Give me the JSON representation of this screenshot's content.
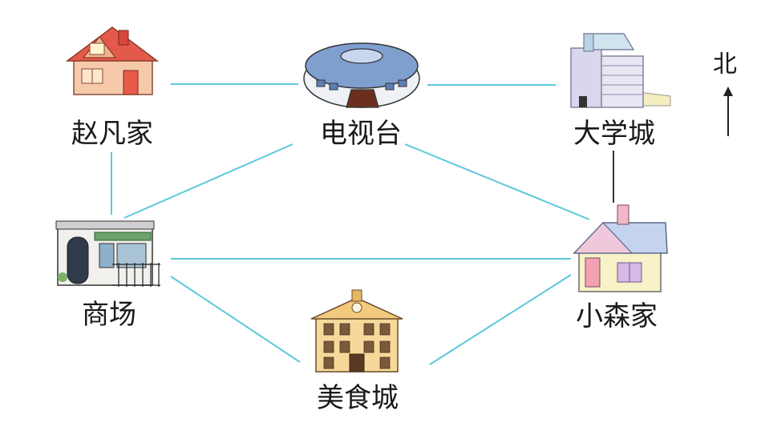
{
  "places": {
    "zhaofan_home": "赵凡家",
    "tv_station": "电视台",
    "university_town": "大学城",
    "mall": "商场",
    "xiaosen_home": "小森家",
    "food_city": "美食城"
  },
  "compass": {
    "north_label": "北"
  },
  "colors": {
    "route_line": "#5cc8dc",
    "compass_line": "#222222"
  }
}
